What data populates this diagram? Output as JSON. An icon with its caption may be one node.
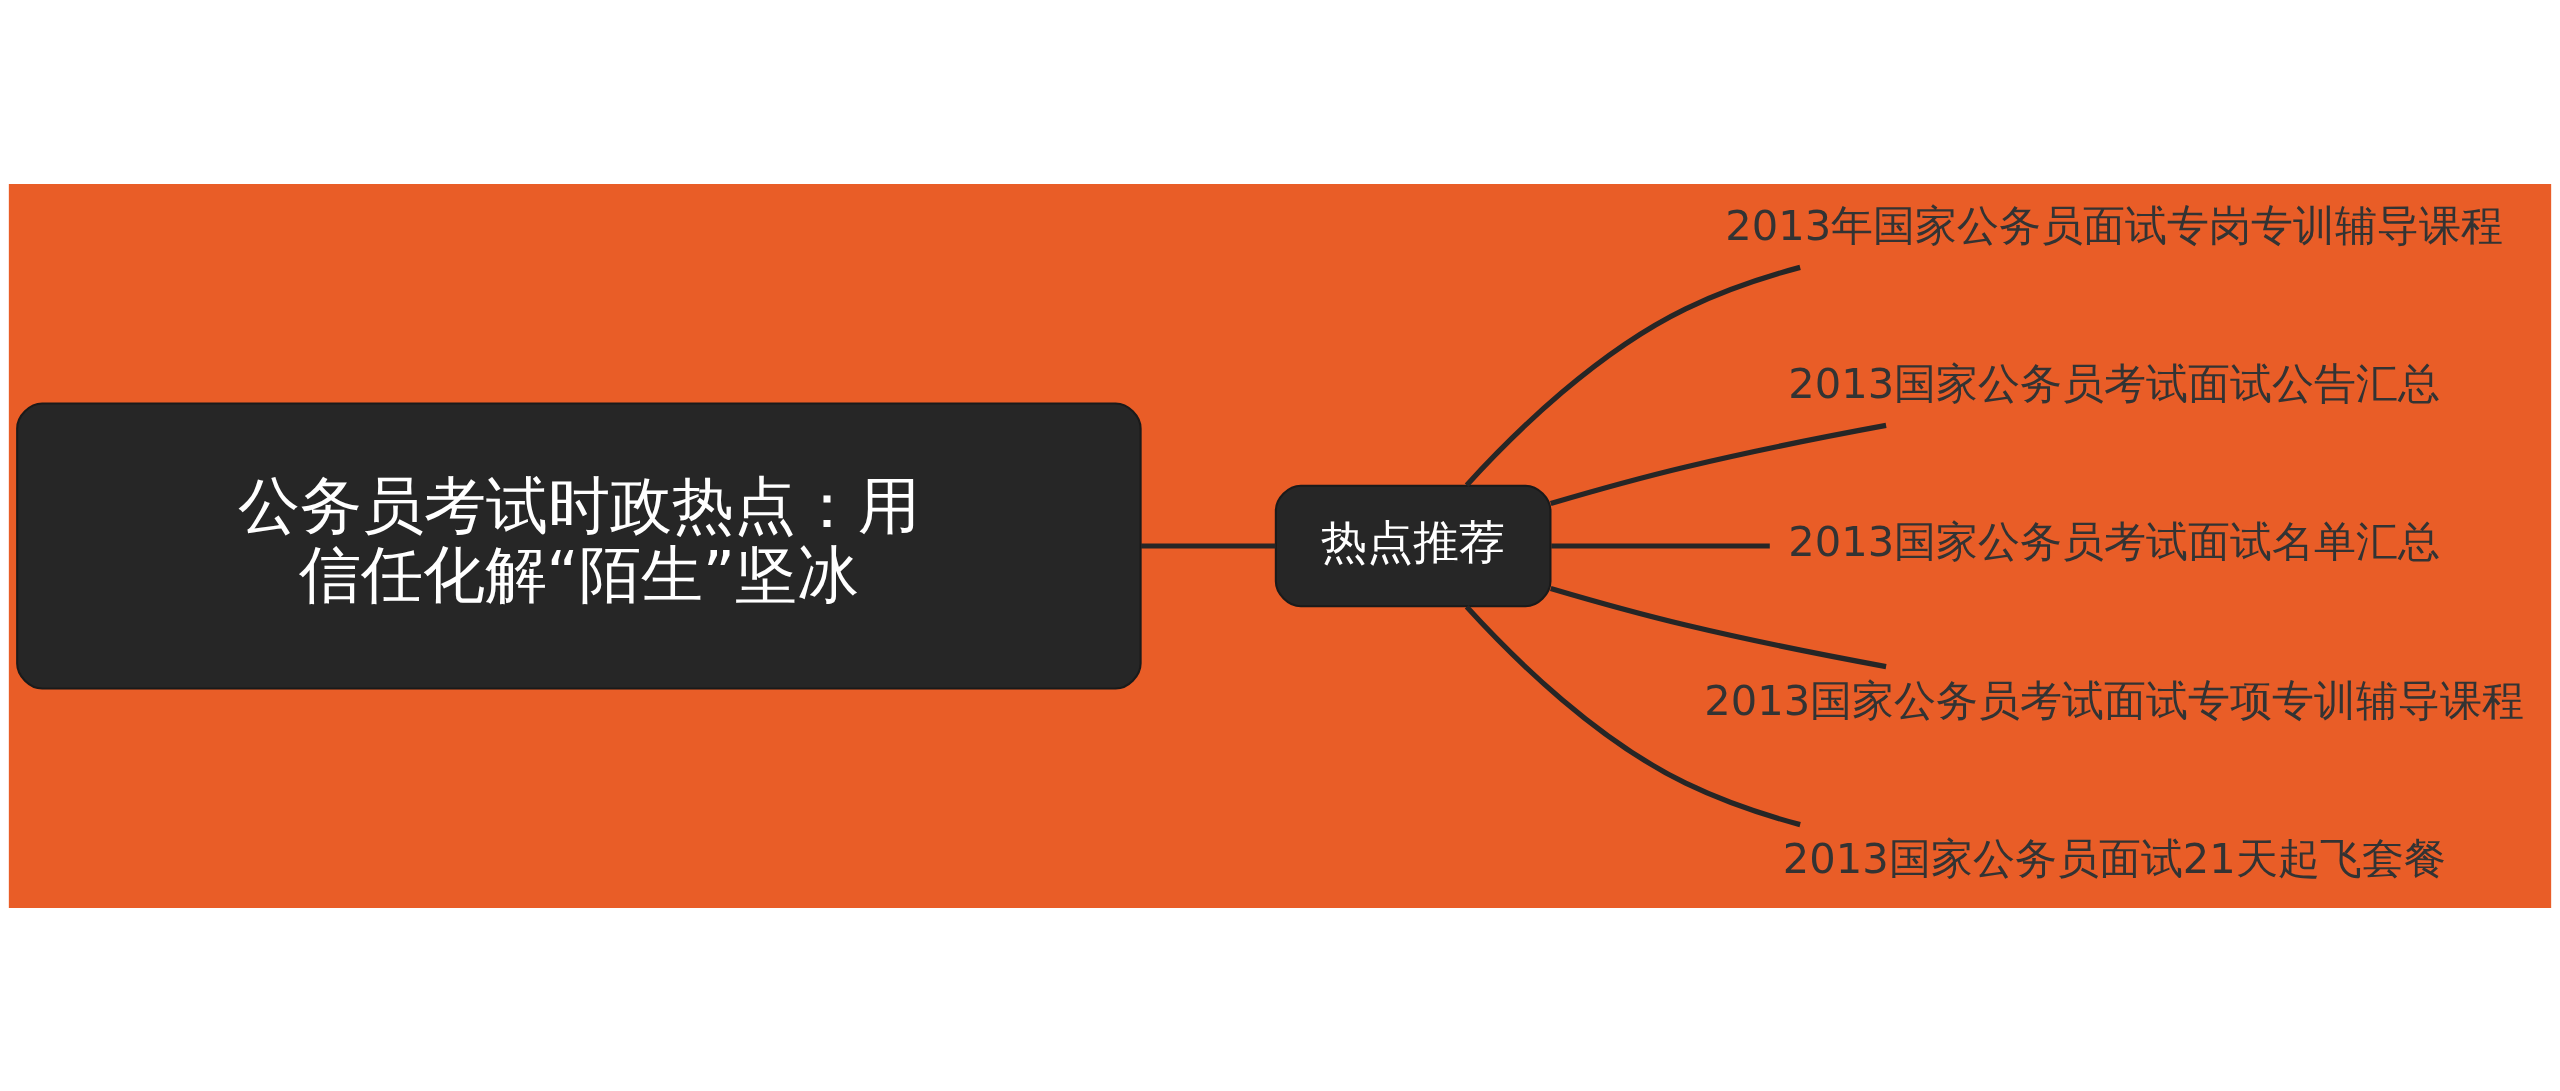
{
  "diagram": {
    "nodes": [
      {
        "text": [
          "公务员考试时政热点：用信任化解“陌生”坚冰"
        ]
      },
      {
        "text": [
          "热点推荐"
        ]
      },
      {
        "text": [
          "2013年国家公务员面试专岗专训辅导课程"
        ]
      },
      {
        "text": [
          "2013国家公务员考试面试公告汇总"
        ]
      },
      {
        "text": [
          "2013国家公务员考试面试名单汇总"
        ]
      },
      {
        "text": [
          "2013国家公务员考试面试专项专训辅导课程"
        ]
      },
      {
        "text": [
          "2013国家公务员面试21天起飞套餐"
        ]
      }
    ],
    "edges": [
      {
        "from": 0,
        "to": 1,
        "arrow": "none"
      },
      {
        "from": 1,
        "to": 2,
        "arrow": "none"
      },
      {
        "from": 1,
        "to": 3,
        "arrow": "none"
      },
      {
        "from": 1,
        "to": 4,
        "arrow": "none"
      },
      {
        "from": 1,
        "to": 5,
        "arrow": "none"
      },
      {
        "from": 1,
        "to": 6,
        "arrow": "none"
      }
    ]
  }
}
